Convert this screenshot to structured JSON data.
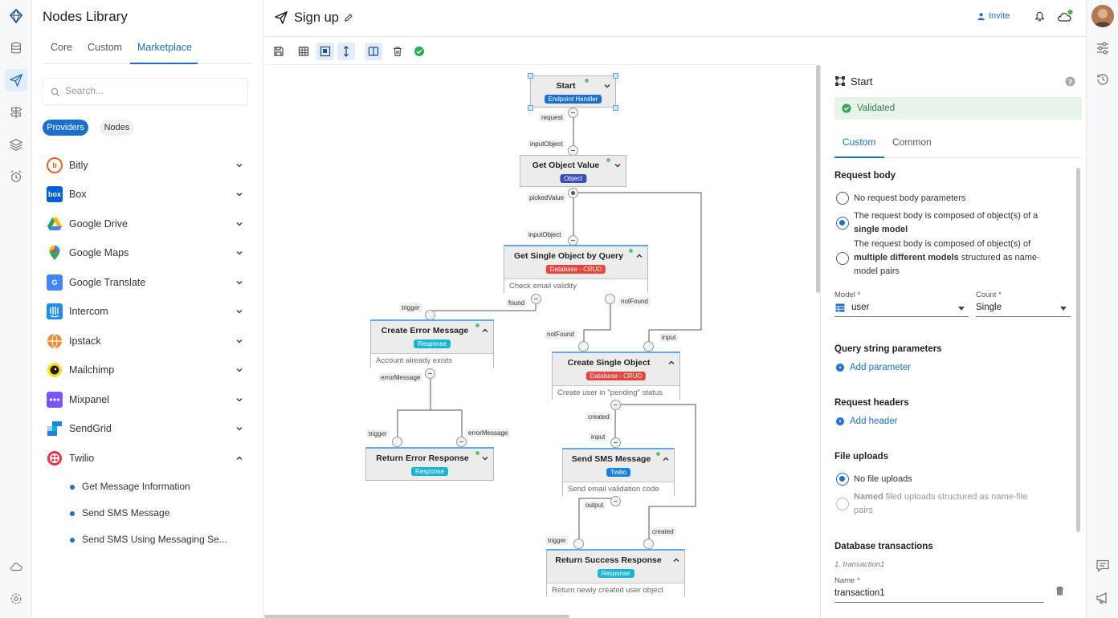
{
  "app": {
    "brand_color": "#1a6fd0"
  },
  "library": {
    "title": "Nodes Library",
    "tabs": [
      {
        "label": "Core"
      },
      {
        "label": "Custom"
      },
      {
        "label": "Marketplace",
        "active": true
      }
    ],
    "search_placeholder": "Search...",
    "filters": [
      {
        "label": "Providers",
        "active": true
      },
      {
        "label": "Nodes",
        "active": false
      }
    ],
    "providers": [
      {
        "name": "Bitly",
        "expanded": false,
        "color": "#ee6123"
      },
      {
        "name": "Box",
        "expanded": false,
        "color": "#0061d5"
      },
      {
        "name": "Google Drive",
        "expanded": false,
        "color": "#1fa463"
      },
      {
        "name": "Google Maps",
        "expanded": false,
        "color": "#34a853"
      },
      {
        "name": "Google Translate",
        "expanded": false,
        "color": "#4285f4"
      },
      {
        "name": "Intercom",
        "expanded": false,
        "color": "#1f8ded"
      },
      {
        "name": "Ipstack",
        "expanded": false,
        "color": "#f28a2e"
      },
      {
        "name": "Mailchimp",
        "expanded": false,
        "color": "#ffe01b"
      },
      {
        "name": "Mixpanel",
        "expanded": false,
        "color": "#7856ff"
      },
      {
        "name": "SendGrid",
        "expanded": false,
        "color": "#1a82e2"
      },
      {
        "name": "Twilio",
        "expanded": true,
        "color": "#f22f46"
      }
    ],
    "twilio_items": [
      "Get Message Information",
      "Send SMS Message",
      "Send SMS Using Messaging Se..."
    ]
  },
  "header": {
    "title": "Sign up",
    "invite_label": "Invite"
  },
  "canvas": {
    "nodes": {
      "start": {
        "title": "Start",
        "badge": "Endpoint Handler",
        "badge_color": "#1a6fd0"
      },
      "get_object_value": {
        "title": "Get Object Value",
        "badge": "Object",
        "badge_color": "#3b4db8"
      },
      "get_single_object": {
        "title": "Get Single Object by Query",
        "badge": "Database - CRUD",
        "badge_color": "#e8453c",
        "desc": "Check email validity"
      },
      "create_error": {
        "title": "Create Error Message",
        "badge": "Response",
        "badge_color": "#19b5d6",
        "desc": "Account already exists"
      },
      "create_single": {
        "title": "Create Single Object",
        "badge": "Database - CRUD",
        "badge_color": "#e8453c",
        "desc": "Create user in \"pending\" status"
      },
      "return_error": {
        "title": "Return Error Response",
        "badge": "Response",
        "badge_color": "#19b5d6"
      },
      "send_sms": {
        "title": "Send SMS Message",
        "badge": "Twilio",
        "badge_color": "#1a82e2",
        "desc": "Send email validation code"
      },
      "return_success": {
        "title": "Return Success Response",
        "badge": "Response",
        "badge_color": "#19b5d6",
        "desc": "Return newly created user object"
      }
    },
    "labels": {
      "request": "request",
      "inputObject1": "inputObject",
      "pickedValue": "pickedValue",
      "inputObject2": "inputObject",
      "trigger1": "trigger",
      "found": "found",
      "notFound1": "notFound",
      "notFound2": "notFound",
      "input1": "input",
      "errorMessage1": "errorMessage",
      "trigger2": "trigger",
      "errorMessage2": "errorMessage",
      "created1": "created",
      "input2": "input",
      "output": "output",
      "trigger3": "trigger",
      "created2": "created"
    }
  },
  "props": {
    "title": "Start",
    "validated": "Validated",
    "tabs": [
      {
        "label": "Custom",
        "active": true
      },
      {
        "label": "Common",
        "active": false
      }
    ],
    "request_body": {
      "title": "Request body",
      "opt1": "No request body parameters",
      "opt2_a": "The request body is composed of object(s) of a",
      "opt2_b": "single model",
      "opt3_a": "The request body is composed of object(s) of",
      "opt3_b": "multiple different models",
      "opt3_c": "structured as name-",
      "opt3_d": "model pairs",
      "selected": "single model"
    },
    "model": {
      "label": "Model *",
      "value": "user"
    },
    "count": {
      "label": "Count *",
      "value": "Single"
    },
    "query": {
      "title": "Query string parameters",
      "add": "Add parameter"
    },
    "headers": {
      "title": "Request headers",
      "add": "Add header"
    },
    "file_uploads": {
      "title": "File uploads",
      "opt1": "No file uploads",
      "opt2_a": "Named",
      "opt2_b": "filed uploads structured as name-file",
      "opt2_c": "pairs"
    },
    "db": {
      "title": "Database transactions",
      "item": "1. transaction1",
      "name_label": "Name *",
      "name_value": "transaction1"
    }
  }
}
